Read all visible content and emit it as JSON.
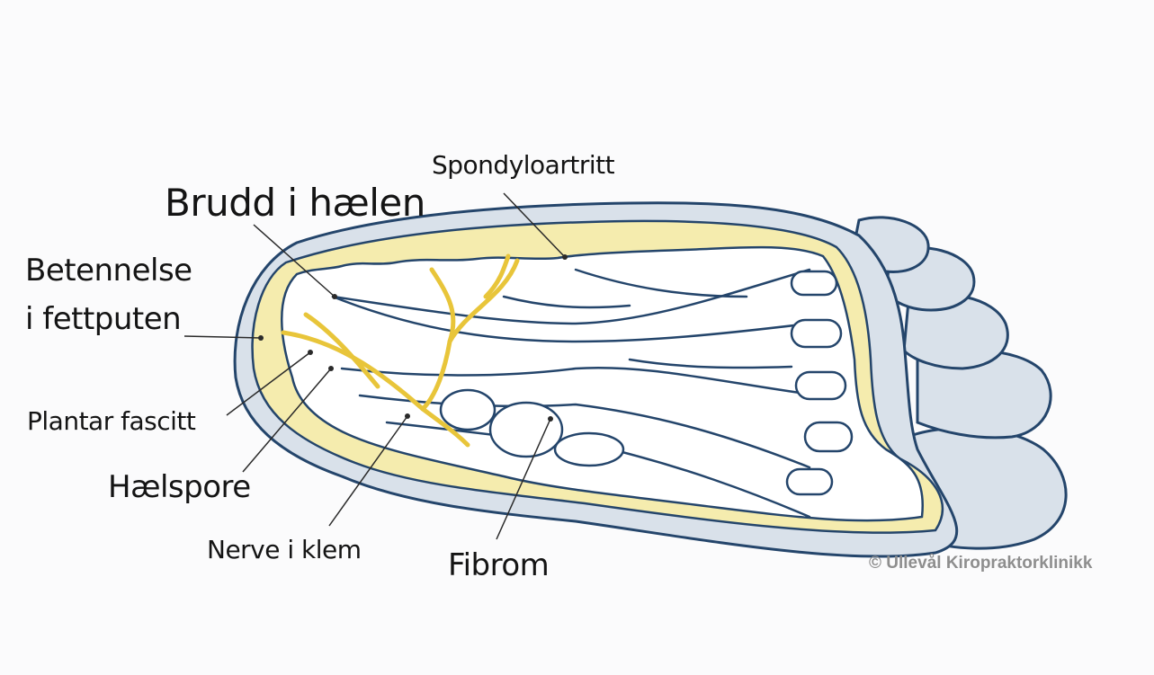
{
  "labels": {
    "spondyloartritt": "Spondyloartritt",
    "brudd": "Brudd i hælen",
    "betennelse_1": "Betennelse",
    "betennelse_2": "i fettputen",
    "plantar": "Plantar fascitt",
    "haelspore": "Hælspore",
    "nerve": "Nerve i klem",
    "fibrom": "Fibrom"
  },
  "copyright": "© Ullevål Kiropraktorklinikk",
  "colors": {
    "background": "#fbfbfc",
    "skin_fill": "#d9e1ea",
    "outline": "#24456b",
    "fat_pad": "#f5ecae",
    "tendon": "#ffffff",
    "nerve": "#e8c53a",
    "text": "#141414",
    "leader": "#2a2a2a"
  }
}
